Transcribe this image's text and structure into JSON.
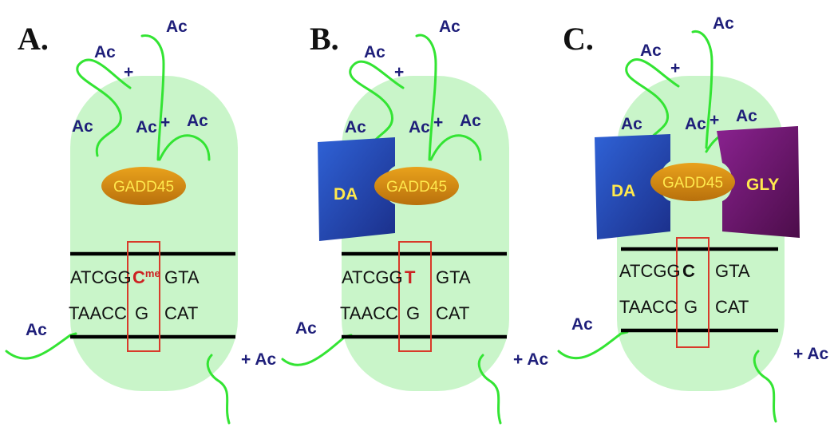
{
  "panels": [
    {
      "letter": "A.",
      "proteins": [],
      "gadd45": "GADD45",
      "dna": {
        "top_left": "ATCGG",
        "mid_top": "C",
        "mid_top_sup": "me",
        "top_right": "GTA",
        "bottom_left": "TAACC",
        "mid_bottom": "G",
        "bottom_right": "CAT"
      }
    },
    {
      "letter": "B.",
      "proteins": [
        "DA"
      ],
      "gadd45": "GADD45",
      "dna": {
        "top_left": "ATCGG",
        "mid_top": "T",
        "mid_top_sup": "",
        "top_right": "GTA",
        "bottom_left": "TAACC",
        "mid_bottom": "G",
        "bottom_right": "CAT"
      }
    },
    {
      "letter": "C.",
      "proteins": [
        "DA",
        "GLY"
      ],
      "gadd45": "GADD45",
      "dna": {
        "top_left": "ATCGG",
        "mid_top": "C",
        "mid_top_sup": "",
        "top_right": "GTA",
        "bottom_left": "TAACC",
        "mid_bottom": "G",
        "bottom_right": "CAT"
      }
    }
  ],
  "acetyl_label": "Ac",
  "plus_sign": "+",
  "plus_ac_label": "+ Ac",
  "colors": {
    "nucleosome": "#c9f5c9",
    "tail": "#33e433",
    "acetyl_text": "#1f1f7a",
    "gadd45_fill": "#d98a12",
    "da_fill": "#2d55c9",
    "gly_fill": "#7a1a78",
    "highlight_box": "#d83a2a",
    "methyl_c": "#cc2222",
    "t_base": "#cc2222",
    "protein_text": "#ffe94d"
  }
}
